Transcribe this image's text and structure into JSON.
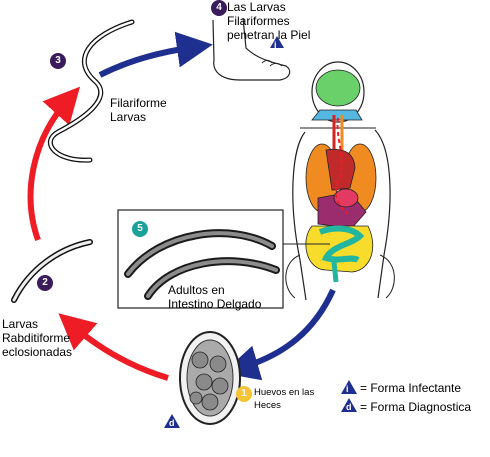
{
  "steps": {
    "s1": {
      "number": "1",
      "label": "Huevos en las\nHeces"
    },
    "s2": {
      "number": "2",
      "label": "Larvas\nRabditiforme\neclosionadas"
    },
    "s3": {
      "number": "3",
      "label": "Filariforme\nLarvas"
    },
    "s4": {
      "number": "4",
      "label": "Las Larvas\nFilariformes\npenetran la Piel"
    },
    "s5": {
      "number": "5",
      "label": "Adultos en\nIntestino Delgado"
    }
  },
  "legend": {
    "infective": {
      "icon_letter": "i",
      "label": "=   Forma Infectante"
    },
    "diagnostic": {
      "icon_letter": "d",
      "label": "=   Forma Diagnostica"
    }
  },
  "markers": {
    "foot_marker": "i",
    "egg_marker": "d"
  },
  "colors": {
    "red_arrow": "#ee1c24",
    "blue_arrow": "#1f2f8f",
    "purple": "#3a1b5c",
    "teal": "#1aa29a",
    "yellow": "#f6c434"
  }
}
